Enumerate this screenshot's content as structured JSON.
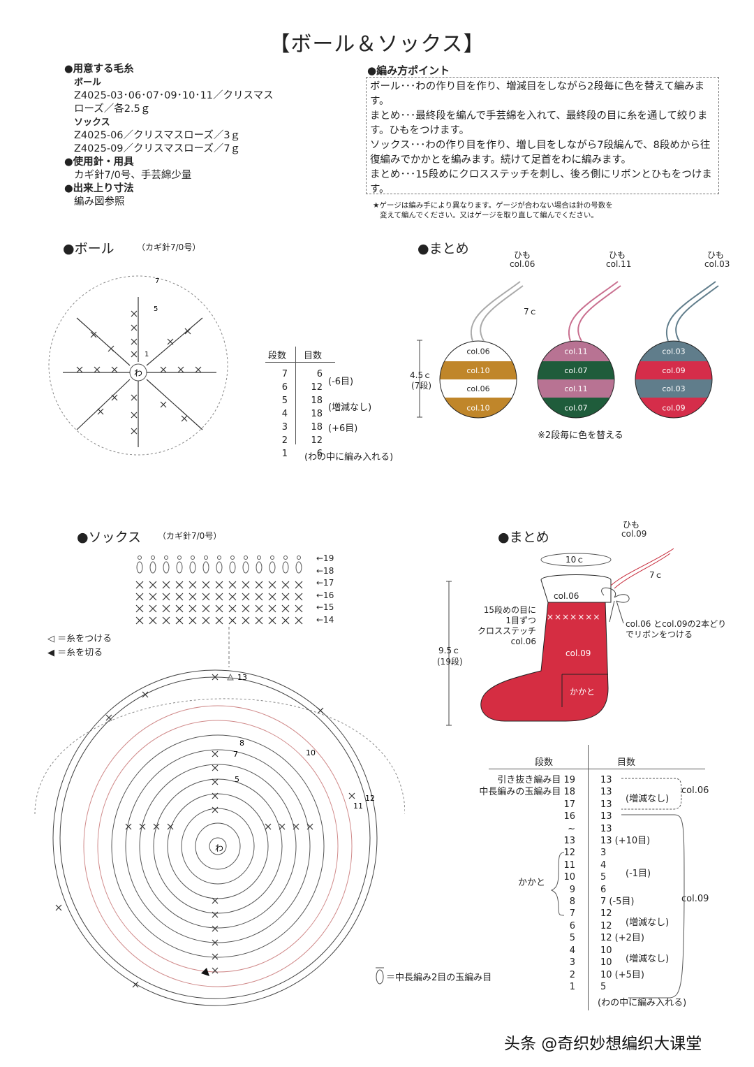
{
  "title": "【ボール＆ソックス】",
  "materials": {
    "yarn_head": "●用意する毛糸",
    "ball_label": "ボール",
    "ball_yarn_1": "Z4025-03･06･07･09･10･11／クリスマス",
    "ball_yarn_2": "ローズ／各2.5ｇ",
    "socks_label": "ソックス",
    "socks_yarn_1": "Z4025-06／クリスマスローズ／3ｇ",
    "socks_yarn_2": "Z4025-09／クリスマスローズ／7ｇ",
    "tools_head": "●使用針・用具",
    "tools": "カギ針7/0号、手芸綿少量",
    "size_head": "●出来上り寸法",
    "size": "編み図参照"
  },
  "points": {
    "head": "●編み方ポイント",
    "lines": [
      "ボール･･･わの作り目を作り、増減目をしながら2段毎に色を替えて編みます。",
      "まとめ･･･最終段を編んで手芸綿を入れて、最終段の目に糸を通して絞ります。ひもをつけます。",
      "ソックス･･･わの作り目を作り、増し目をしながら7段編んで、8段めから往復編みでかかとを編みます。続けて足首をわに編みます。",
      "まとめ･･･15段めにクロスステッチを刺し、後ろ側にリボンとひもをつけます。"
    ],
    "note_1": "★ゲージは編み手により異なります。ゲージが合わない場合は針の号数を",
    "note_2": "変えて編んでください。又はゲージを取り直して編んでください。"
  },
  "ball": {
    "head": "●ボール",
    "hook": "（カギ針7/0号）",
    "center": "わ",
    "row_labels": [
      "1",
      "5",
      "7"
    ],
    "table": {
      "col_rows": "段数",
      "col_sts": "目数",
      "rows": [
        "7",
        "6",
        "5",
        "4",
        "3",
        "2",
        "1"
      ],
      "sts": [
        "6",
        "12",
        "18",
        "18",
        "18",
        "12",
        "6"
      ],
      "notes": [
        "(-6目)",
        "(増減なし)",
        "(+6目)"
      ],
      "foot": "(わの中に編み入れる)"
    }
  },
  "ball_finish": {
    "head": "●まとめ",
    "cord": "ひも",
    "cord_cols": [
      "col.06",
      "col.11",
      "col.03"
    ],
    "len": "7ｃ",
    "height": "4.5ｃ",
    "height_rows": "(7段)",
    "balls": [
      {
        "stripes": [
          "col.06",
          "col.10",
          "col.06",
          "col.10"
        ],
        "colors": [
          "#ffffff",
          "#c0862a",
          "#ffffff",
          "#c0862a"
        ]
      },
      {
        "stripes": [
          "col.11",
          "col.07",
          "col.11",
          "col.07"
        ],
        "colors": [
          "#b87393",
          "#1f5c3b",
          "#b87393",
          "#1f5c3b"
        ]
      },
      {
        "stripes": [
          "col.03",
          "col.09",
          "col.03",
          "col.09"
        ],
        "colors": [
          "#607d8b",
          "#d52d4a",
          "#607d8b",
          "#d52d4a"
        ]
      }
    ],
    "cord_colors": [
      "#aaaaaa",
      "#c96f8f",
      "#607d8b"
    ],
    "caption": "※2段毎に色を替える"
  },
  "socks": {
    "head": "●ソックス",
    "hook": "（カギ針7/0号）",
    "row_marks": [
      "←19",
      "←18",
      "←17",
      "←16",
      "←15",
      "←14"
    ],
    "legend_attach": "◁ ＝糸をつける",
    "legend_cut": "◀ ＝糸を切る",
    "center": "わ",
    "row_labels": [
      "13",
      "8",
      "7",
      "5",
      "10",
      "12",
      "11"
    ],
    "legend_puff": "＝中長編み2目の玉編み目"
  },
  "socks_finish": {
    "head": "●まとめ",
    "cord": "ひも",
    "cord_col": "col.09",
    "width": "10ｃ",
    "len": "7ｃ",
    "cuff_col": "col.06",
    "cross_1": "15段めの目に",
    "cross_2": "1目ずつ",
    "cross_3": "クロスステッチ",
    "cross_4": "col.06",
    "body_col": "col.09",
    "heel": "かかと",
    "height": "9.5ｃ",
    "height_rows": "(19段)",
    "ribbon_1": "col.06 とcol.09の2本どり",
    "ribbon_2": "でリボンをつける",
    "body_color": "#d52d42",
    "table": {
      "col_rows": "段数",
      "col_sts": "目数",
      "rows": [
        "引き抜き編み目 19",
        "中長編みの玉編み目 18",
        "17",
        "16",
        "~",
        "13",
        "12",
        "11",
        "10",
        "9",
        "8",
        "7",
        "6",
        "5",
        "4",
        "3",
        "2",
        "1"
      ],
      "sts": [
        "13",
        "13",
        "13",
        "13",
        "13",
        "13 (+10目)",
        "3",
        "4",
        "5",
        "6",
        "7  (-5目)",
        "12",
        "12",
        "12 (+2目)",
        "10",
        "10",
        "10 (+5目)",
        "5"
      ],
      "notes": [
        "(増減なし)",
        "(-1目)",
        "(増減なし)",
        "(増減なし)"
      ],
      "heel": "かかと",
      "col06": "col.06",
      "col09": "col.09",
      "foot": "(わの中に編み入れる)"
    }
  },
  "watermark": "头条 @奇织妙想编织大课堂"
}
